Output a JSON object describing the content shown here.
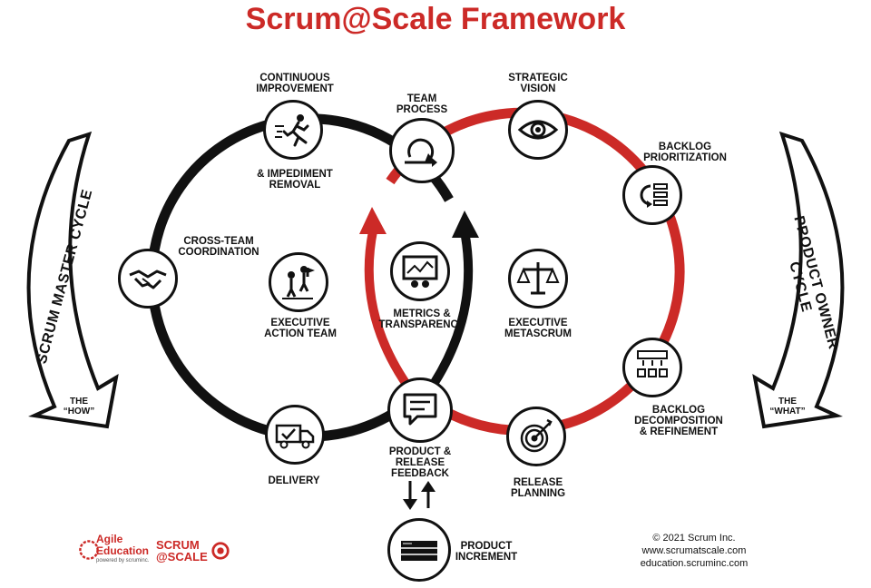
{
  "title": "Scrum@Scale Framework",
  "colors": {
    "accent_red": "#cc2a27",
    "ink": "#111111",
    "white": "#ffffff"
  },
  "nodes": {
    "continuous_improvement": {
      "lines": [
        "CONTINUOUS",
        "IMPROVEMENT"
      ],
      "lines2": [
        "& IMPEDIMENT",
        "REMOVAL"
      ],
      "icon": "running-person-icon"
    },
    "team_process": {
      "lines": [
        "TEAM",
        "PROCESS"
      ],
      "icon": "cycle-arrows-icon"
    },
    "strategic_vision": {
      "lines": [
        "STRATEGIC",
        "VISION"
      ],
      "icon": "eye-icon"
    },
    "backlog_prioritization": {
      "lines": [
        "BACKLOG",
        "PRIORITIZATION"
      ],
      "icon": "priority-list-icon"
    },
    "cross_team": {
      "lines": [
        "CROSS-TEAM",
        "COORDINATION"
      ],
      "icon": "handshake-icon"
    },
    "executive_action": {
      "lines": [
        "EXECUTIVE",
        "ACTION TEAM"
      ],
      "icon": "climbing-people-icon"
    },
    "metrics": {
      "lines": [
        "METRICS &",
        "TRANSPARENCY"
      ],
      "icon": "presentation-board-icon"
    },
    "executive_metascrum": {
      "lines": [
        "EXECUTIVE",
        "METASCRUM"
      ],
      "icon": "balance-scale-icon"
    },
    "backlog_decomposition": {
      "lines": [
        "BACKLOG",
        "DECOMPOSITION",
        "& REFINEMENT"
      ],
      "icon": "decomposition-grid-icon"
    },
    "delivery": {
      "lines": [
        "DELIVERY"
      ],
      "icon": "delivery-truck-icon"
    },
    "product_release_feedback": {
      "lines": [
        "PRODUCT &",
        "RELEASE",
        "FEEDBACK"
      ],
      "icon": "speech-bubble-icon"
    },
    "release_planning": {
      "lines": [
        "RELEASE",
        "PLANNING"
      ],
      "icon": "target-dart-icon"
    },
    "product_increment": {
      "lines": [
        "PRODUCT",
        "INCREMENT"
      ],
      "icon": "stacked-boxes-icon"
    }
  },
  "cycles": {
    "scrum_master": {
      "label": "SCRUM MASTER CYCLE",
      "sub1": "THE",
      "sub2": "“HOW”"
    },
    "product_owner": {
      "label": "PRODUCT OWNER CYCLE",
      "sub1": "THE",
      "sub2": "“WHAT”"
    }
  },
  "footer": {
    "copyright": "© 2021 Scrum Inc.",
    "url1": "www.scrumatscale.com",
    "url2": "education.scruminc.com"
  },
  "logos": {
    "agile_line1": "Agile",
    "agile_line2": "Education",
    "agile_sub": "powered by scruminc.",
    "scrum_line1": "SCRUM",
    "scrum_line2": "@SCALE"
  }
}
